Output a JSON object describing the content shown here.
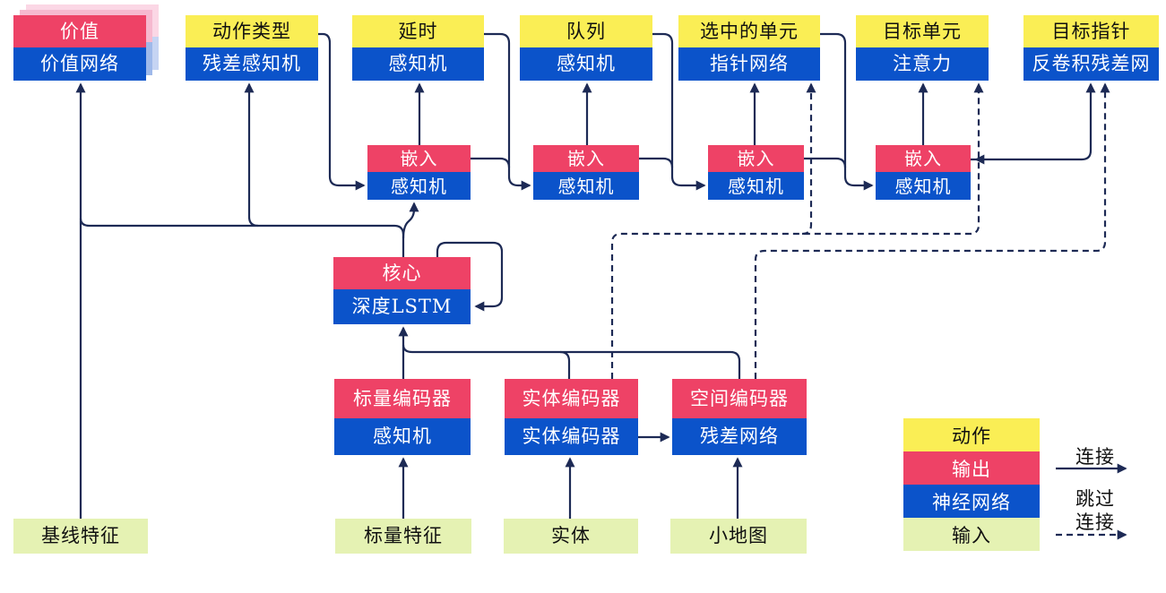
{
  "figure": {
    "heads": [
      {
        "action": "价值",
        "network": "价值网络"
      },
      {
        "action": "动作类型",
        "network": "残差感知机"
      },
      {
        "action": "延时",
        "network": "感知机"
      },
      {
        "action": "队列",
        "network": "感知机"
      },
      {
        "action": "选中的单元",
        "network": "指针网络"
      },
      {
        "action": "目标单元",
        "network": "注意力"
      },
      {
        "action": "目标指针",
        "network": "反卷积残差网"
      }
    ],
    "embeddings": [
      {
        "output": "嵌入",
        "network": "感知机"
      },
      {
        "output": "嵌入",
        "network": "感知机"
      },
      {
        "output": "嵌入",
        "network": "感知机"
      },
      {
        "output": "嵌入",
        "network": "感知机"
      }
    ],
    "core": {
      "output": "核心",
      "network": "深度LSTM"
    },
    "encoders": [
      {
        "output": "标量编码器",
        "network": "感知机"
      },
      {
        "output": "实体编码器",
        "network": "实体编码器"
      },
      {
        "output": "空间编码器",
        "network": "残差网络"
      }
    ],
    "inputs": [
      {
        "label": "基线特征"
      },
      {
        "label": "标量特征"
      },
      {
        "label": "实体"
      },
      {
        "label": "小地图"
      }
    ],
    "legend": {
      "rows": [
        {
          "label": "动作"
        },
        {
          "label": "输出"
        },
        {
          "label": "神经网络"
        },
        {
          "label": "输入"
        }
      ],
      "solid_label": "连接",
      "dashed_label_line1": "跳过",
      "dashed_label_line2": "连接"
    },
    "colors": {
      "action": "#FAEE55",
      "output": "#EE4266",
      "network": "#0B53CA",
      "input": "#E5F2B3",
      "wire": "#1D2A55"
    }
  }
}
